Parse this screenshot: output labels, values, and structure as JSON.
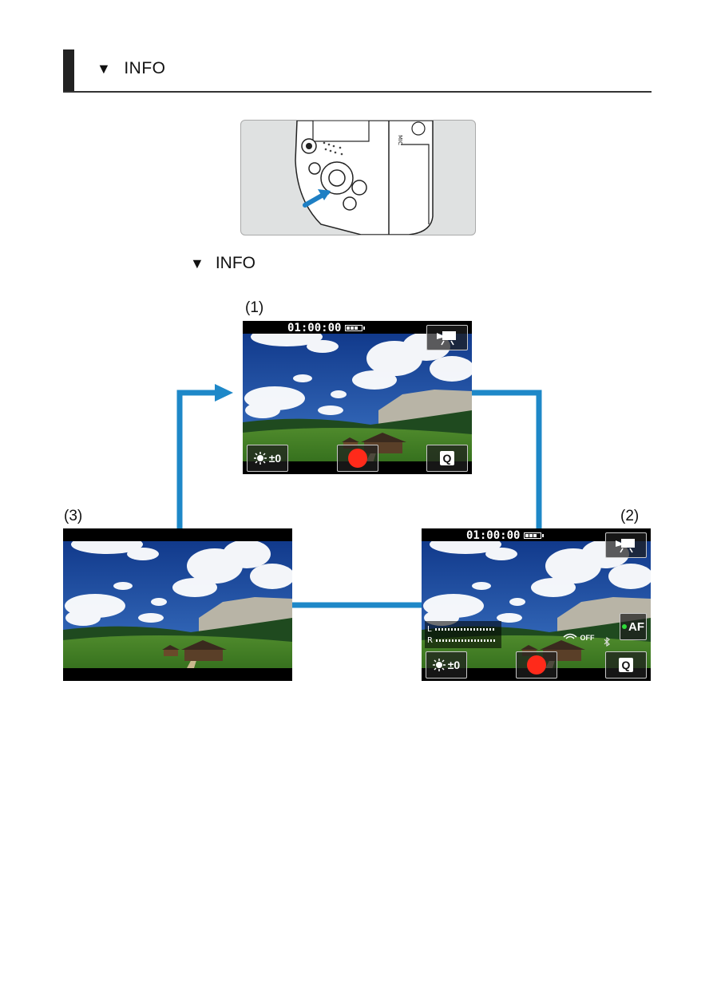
{
  "heading": {
    "symbol": "▼",
    "text": "INFO"
  },
  "instruction": {
    "symbol": "▼",
    "text": "INFO"
  },
  "labels": {
    "one": "(1)",
    "two": "(2)",
    "three": "(3)"
  },
  "screen_overlay": {
    "timecode": "01:00:00",
    "exposure": "±0",
    "quick_menu": "Q",
    "af": "AF",
    "audio_left": "L",
    "audio_right": "R",
    "wifi_status": "OFF"
  },
  "colors": {
    "arrow": "#1e88c8",
    "record": "#ff2a1a",
    "sky": "#1f4fa8"
  }
}
